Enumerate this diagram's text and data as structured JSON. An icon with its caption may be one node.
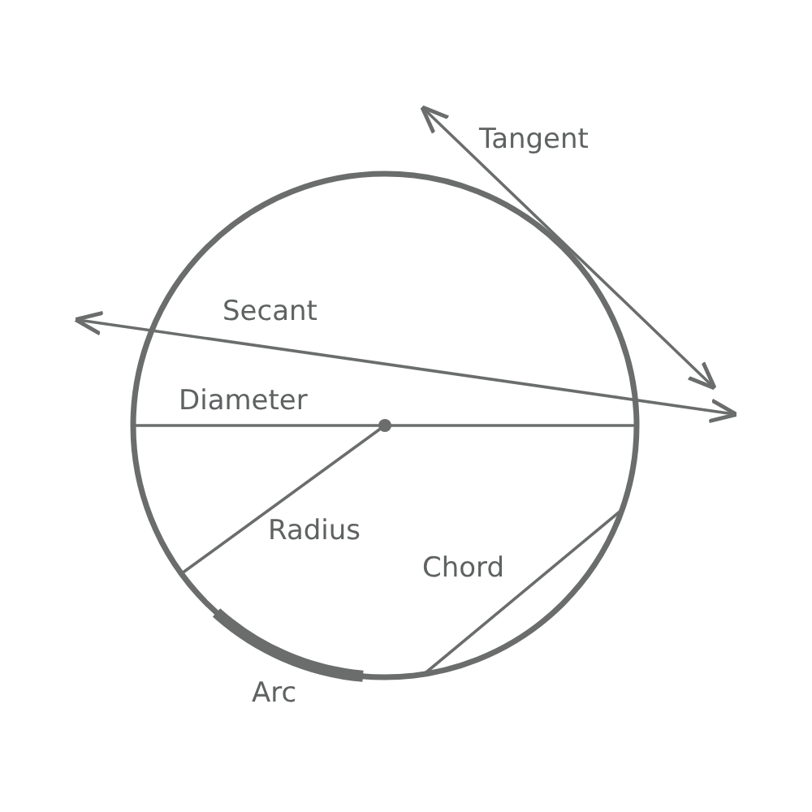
{
  "diagram": {
    "labels": [
      "Tangent",
      "Secant",
      "Diameter",
      "Radius",
      "Chord",
      "Arc"
    ]
  }
}
